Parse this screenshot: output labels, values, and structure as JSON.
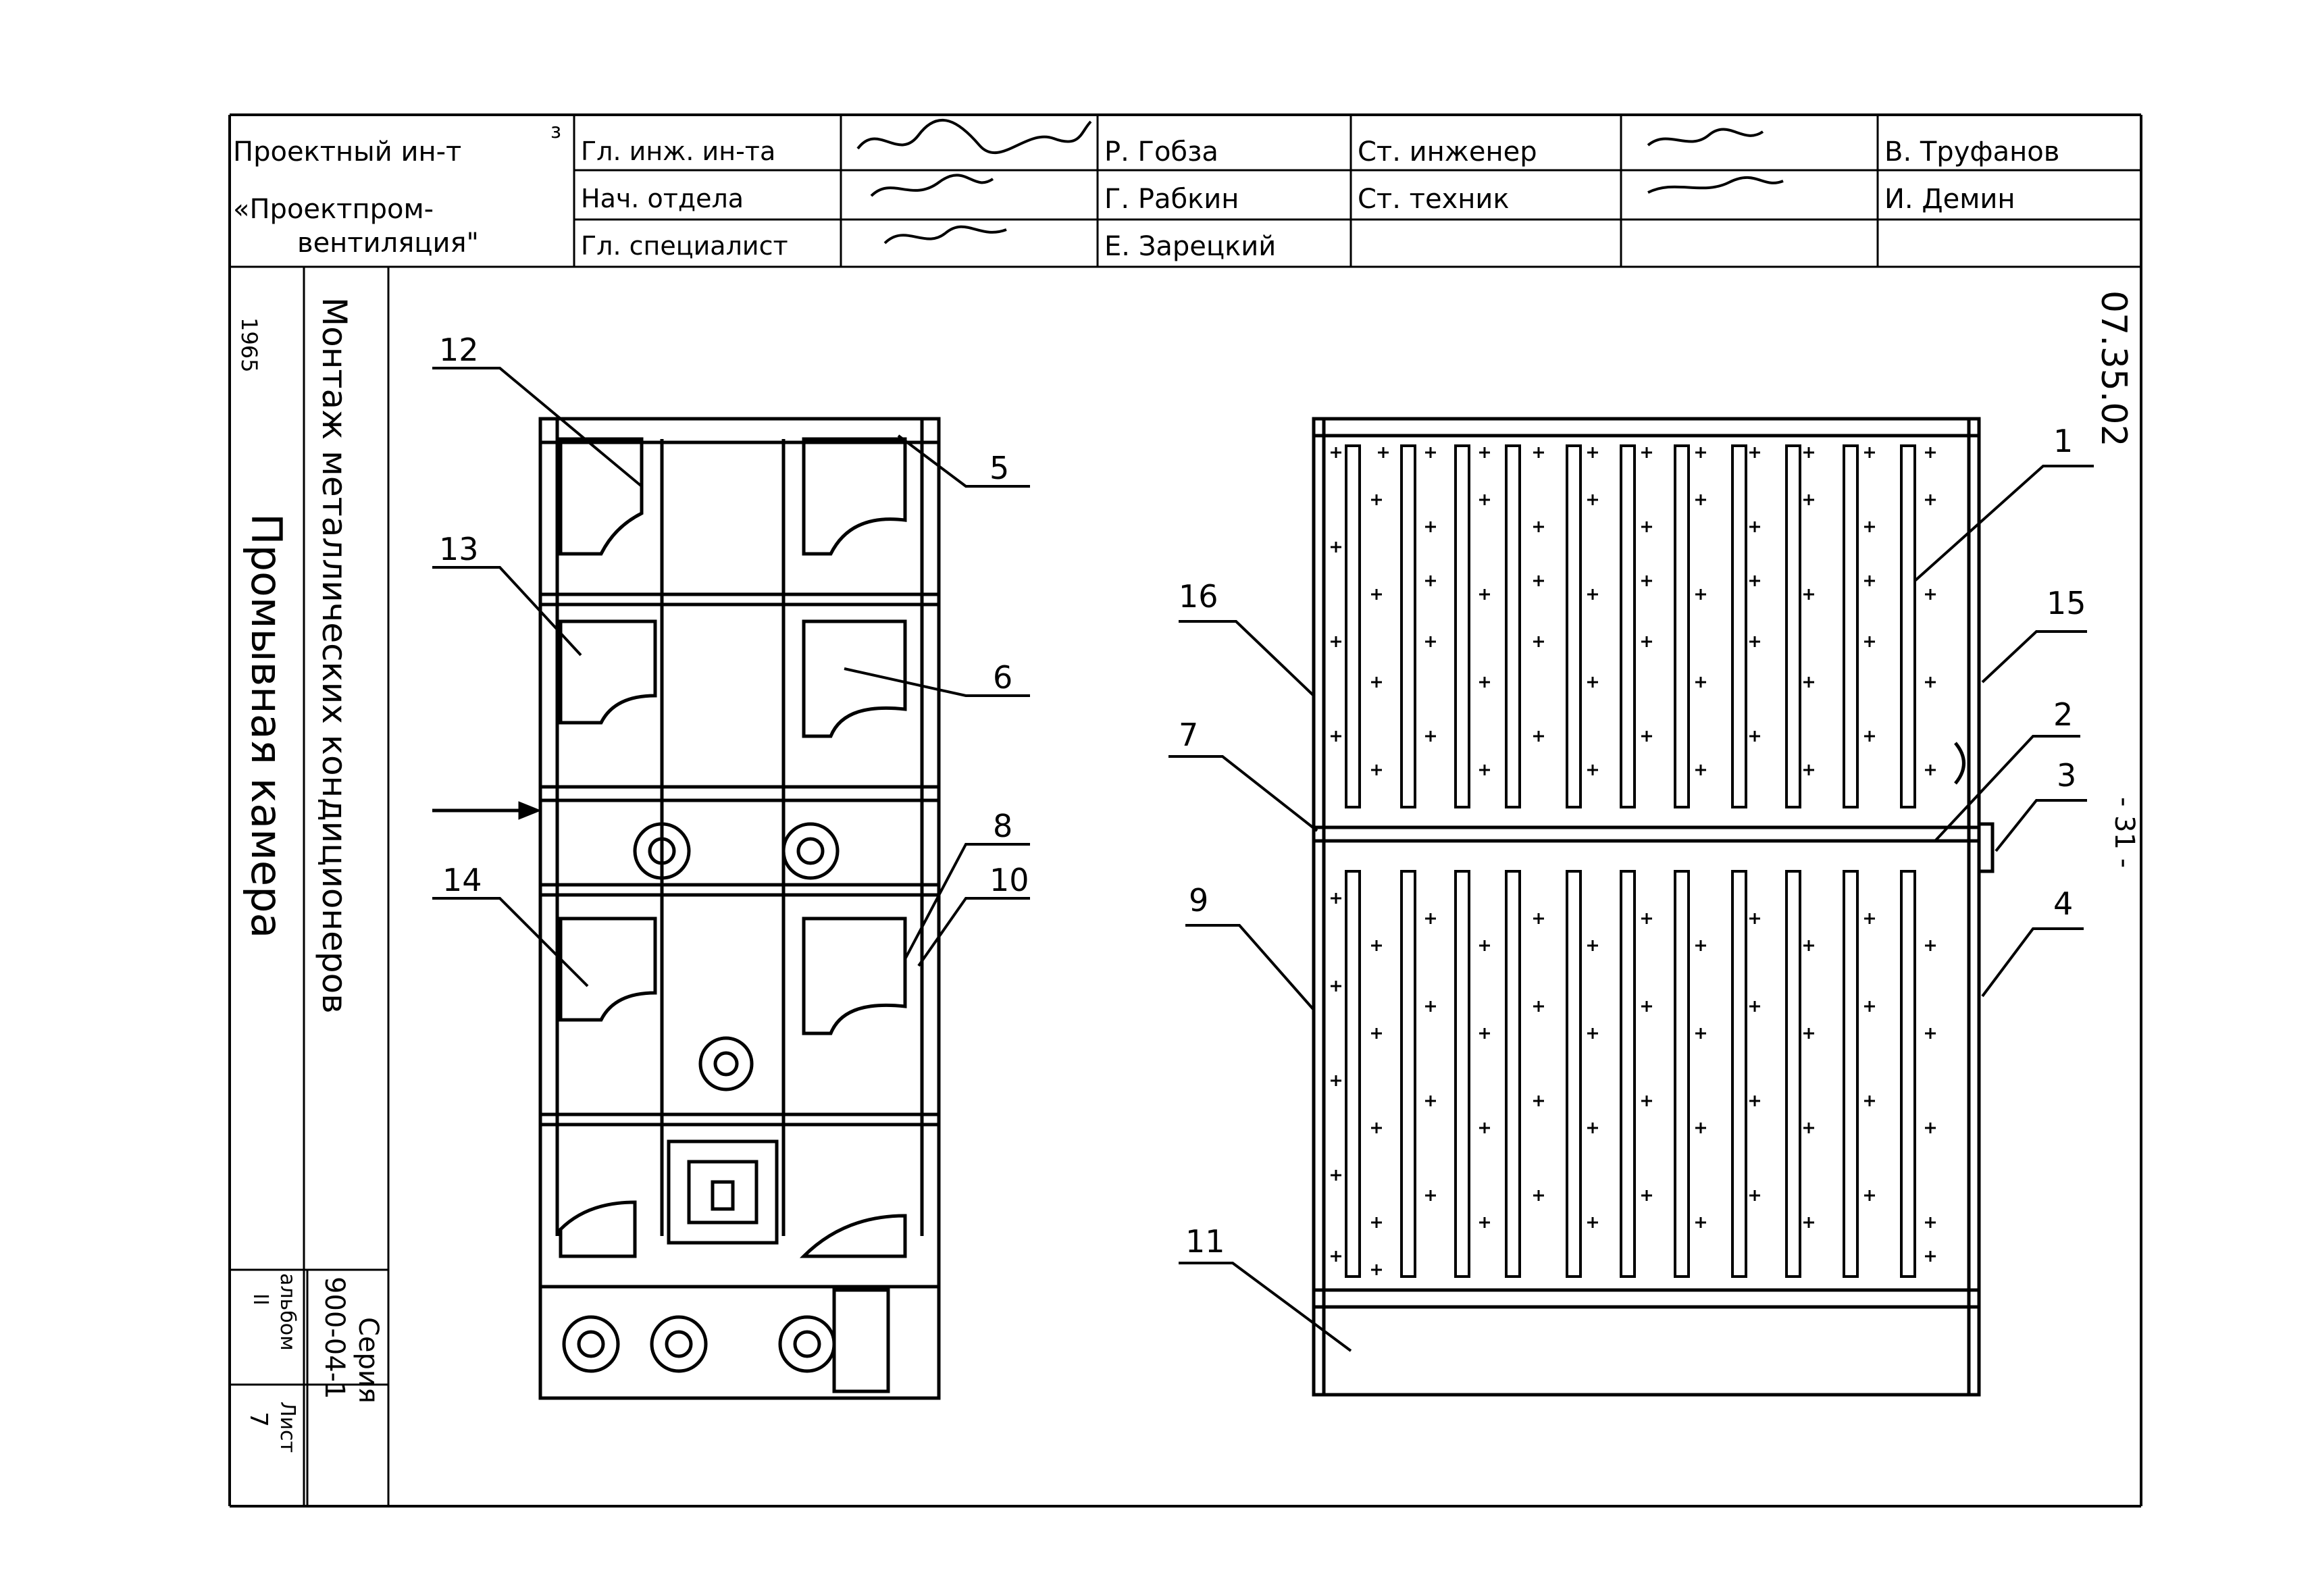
{
  "title_block": {
    "org_line1": "Проектный ин-т",
    "org_line2": "«Проектпром-",
    "org_line3": "вентиляция\"",
    "org_mark": "з",
    "roles_left": [
      "Гл. инж. ин-та",
      "Нач. отдела",
      "Гл. специалист"
    ],
    "names_left": [
      "Р. Гобза",
      "Г. Рабкин",
      "Е. Зарецкий"
    ],
    "roles_right": [
      "Ст. инженер",
      "Ст. техник"
    ],
    "names_right": [
      "В. Труфанов",
      "И. Демин"
    ]
  },
  "side_block": {
    "year": "1965",
    "title_line1": "Монтаж металлических кондиционеров",
    "title_line2": "Промывная камера",
    "series_label": "Серия",
    "series_number": "900-04-1",
    "album_label": "альбом",
    "album_number": "II",
    "sheet_label": "Лист",
    "sheet_number": "7"
  },
  "drawing_code": "07.35.02",
  "page_number": "- 31 -",
  "callouts_left": [
    "12",
    "5",
    "13",
    "6",
    "8",
    "10",
    "14"
  ],
  "callouts_right": [
    "1",
    "16",
    "15",
    "2",
    "7",
    "3",
    "9",
    "4",
    "11"
  ]
}
